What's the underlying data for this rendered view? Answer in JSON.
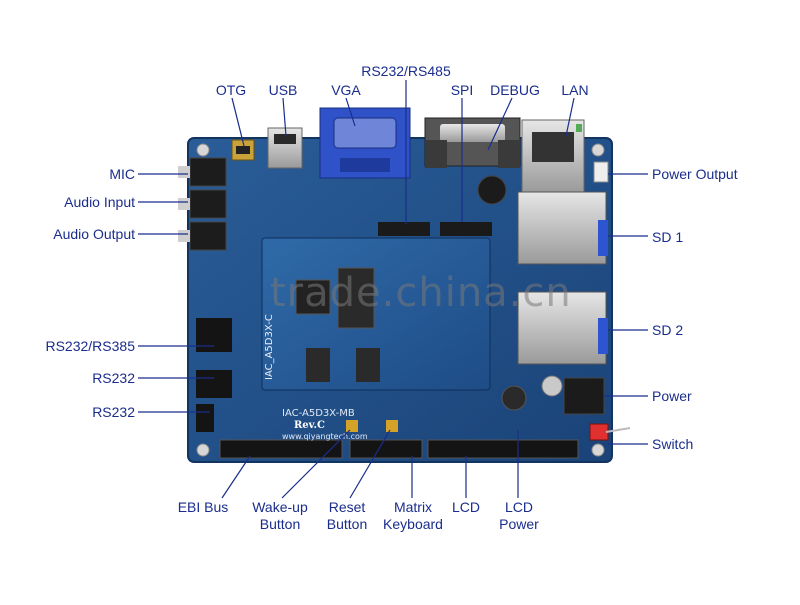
{
  "board": {
    "model_text": "IAC-A5D3X-MB",
    "rev_text": "Rev.C",
    "url_text": "www.qiyangtech.com",
    "vertical_text": "IAC_A5D3X-C"
  },
  "watermark": "trade.china.cn",
  "labels": {
    "otg": "OTG",
    "usb": "USB",
    "vga": "VGA",
    "rs232_485_top": "RS232/RS485",
    "spi": "SPI",
    "debug": "DEBUG",
    "lan": "LAN",
    "mic": "MIC",
    "audio_input": "Audio Input",
    "audio_output": "Audio Output",
    "power_output": "Power Output",
    "sd1": "SD 1",
    "sd2": "SD 2",
    "rs232_385": "RS232/RS385",
    "rs232_a": "RS232",
    "rs232_b": "RS232",
    "power": "Power",
    "switch": "Switch",
    "ebi_bus": "EBI Bus",
    "wake_up_1": "Wake-up",
    "wake_up_2": "Button",
    "reset_1": "Reset",
    "reset_2": "Button",
    "matrix_1": "Matrix",
    "matrix_2": "Keyboard",
    "lcd": "LCD",
    "lcd_power_1": "LCD",
    "lcd_power_2": "Power"
  },
  "colors": {
    "label": "#1a2d8c",
    "pcb": "#1f4f86",
    "leader": "#1a2d8c"
  }
}
